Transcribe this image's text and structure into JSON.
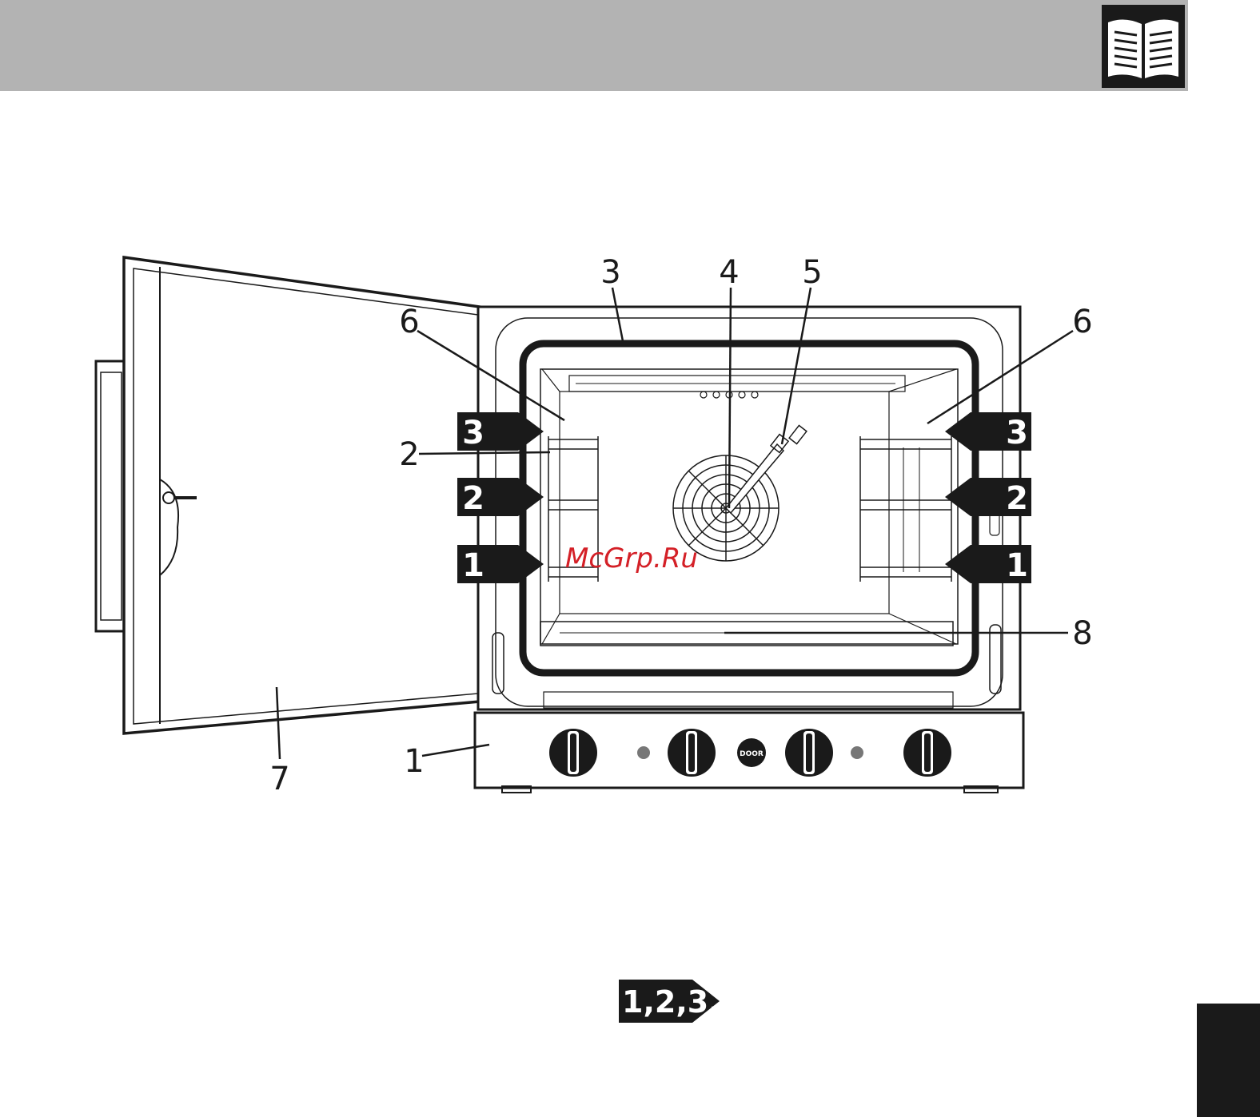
{
  "callouts": {
    "c1": "1",
    "c2": "2",
    "c3": "3",
    "c4": "4",
    "c5": "5",
    "c6_left": "6",
    "c6_right": "6",
    "c7": "7",
    "c8": "8"
  },
  "shelf_levels": {
    "left": [
      "3",
      "2",
      "1"
    ],
    "right": [
      "3",
      "2",
      "1"
    ]
  },
  "panel": {
    "door_button": "DOOR"
  },
  "watermark": "McGrp.Ru",
  "sequence_marker": "1,2,3..",
  "icons": {
    "header": "open-book-icon"
  },
  "colors": {
    "header_band": "#b3b3b3",
    "dark": "#1a1a1a",
    "watermark": "#d42027"
  }
}
